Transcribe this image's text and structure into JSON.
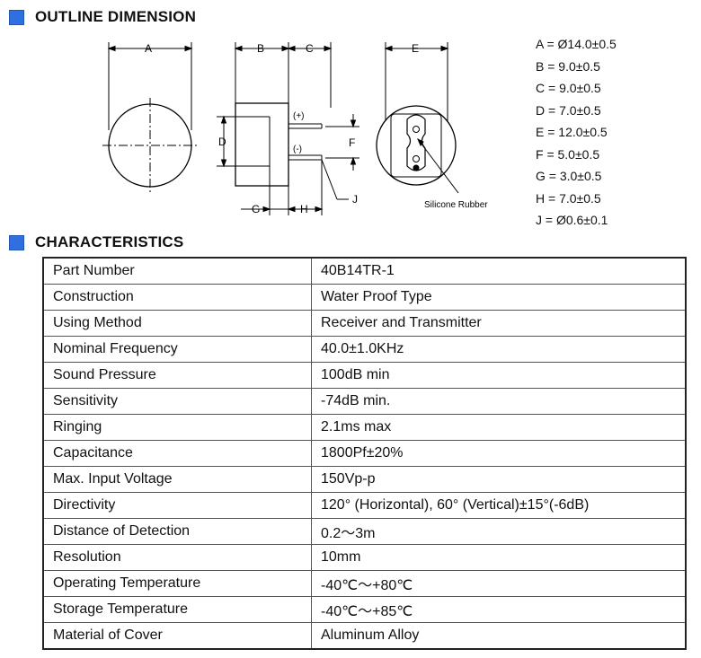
{
  "outline": {
    "title": "OUTLINE DIMENSION",
    "labels": {
      "A": "A",
      "B": "B",
      "C": "C",
      "D": "D",
      "E": "E",
      "F": "F",
      "G": "G",
      "H": "H",
      "J": "J",
      "plus": "(+)",
      "minus": "(-)",
      "rubber": "Silicone Rubber"
    },
    "dimensions": [
      "A = Ø14.0±0.5",
      "B = 9.0±0.5",
      "C = 9.0±0.5",
      "D = 7.0±0.5",
      "E = 12.0±0.5",
      "F = 5.0±0.5",
      "G = 3.0±0.5",
      "H = 7.0±0.5",
      "J = Ø0.6±0.1"
    ]
  },
  "characteristics": {
    "title": "CHARACTERISTICS",
    "rows": [
      {
        "key": "Part Number",
        "value": "40B14TR-1"
      },
      {
        "key": "Construction",
        "value": "Water Proof Type"
      },
      {
        "key": "Using Method",
        "value": "Receiver and Transmitter"
      },
      {
        "key": "Nominal Frequency",
        "value": "40.0±1.0KHz"
      },
      {
        "key": "Sound Pressure",
        "value": "100dB min"
      },
      {
        "key": "Sensitivity",
        "value": "-74dB min."
      },
      {
        "key": "Ringing",
        "value": "2.1ms max"
      },
      {
        "key": "Capacitance",
        "value": "1800Pf±20%"
      },
      {
        "key": "Max. Input Voltage",
        "value": "150Vp-p"
      },
      {
        "key": "Directivity",
        "value": "120° (Horizontal), 60° (Vertical)±15°(-6dB)"
      },
      {
        "key": "Distance of Detection",
        "value": "0.2～3m"
      },
      {
        "key": "Resolution",
        "value": "10mm"
      },
      {
        "key": "Operating Temperature",
        "value": "-40℃～+80℃"
      },
      {
        "key": "Storage Temperature",
        "value": "-40℃～+85℃"
      },
      {
        "key": "Material of Cover",
        "value": "Aluminum Alloy"
      }
    ]
  }
}
